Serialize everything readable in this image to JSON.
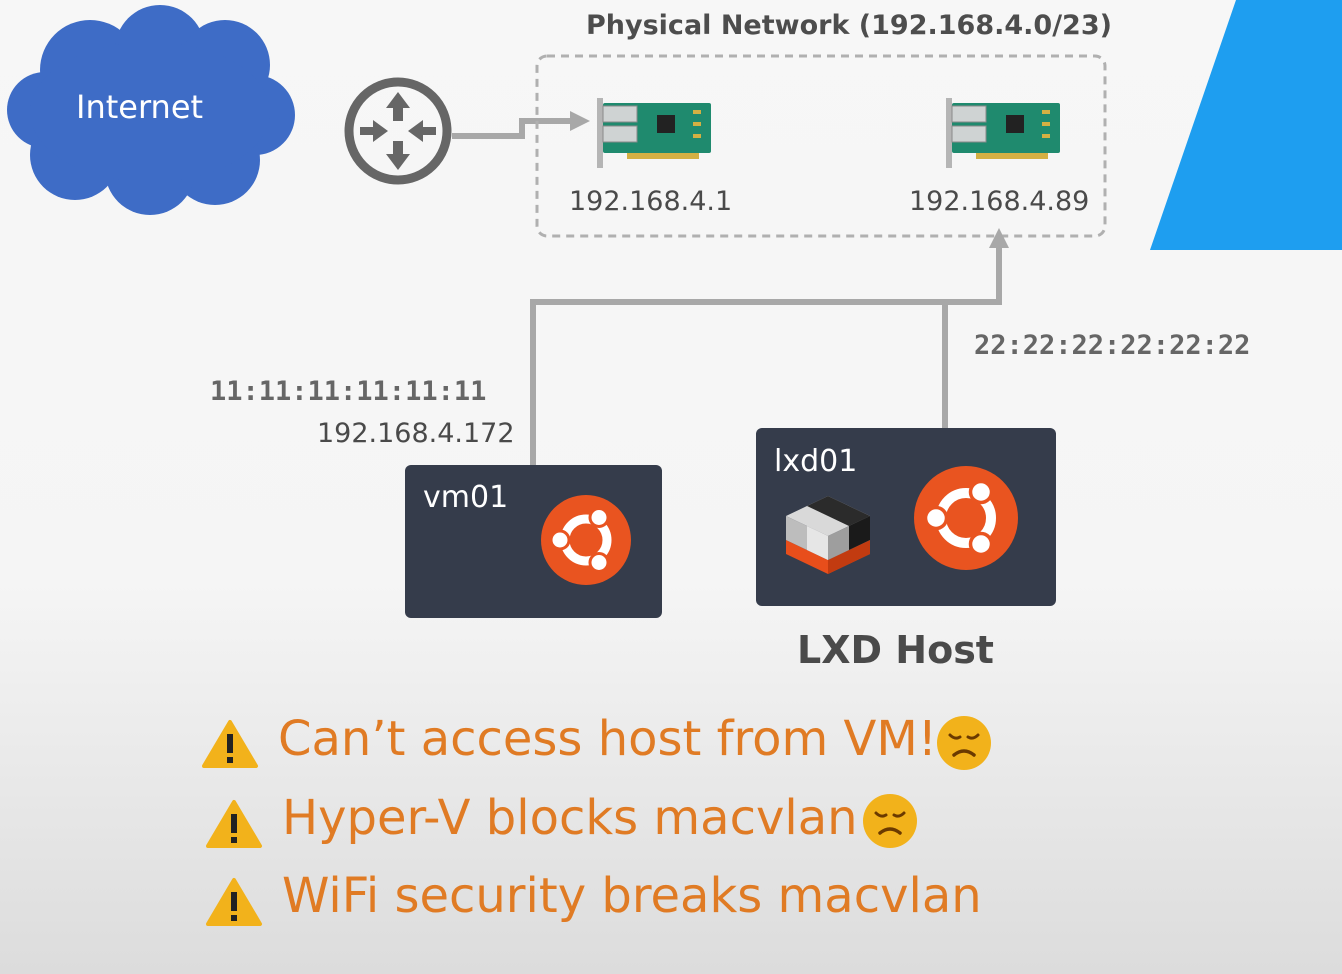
{
  "colors": {
    "cloud": "#3e6cc6",
    "router": "#666666",
    "box": "#353c4b",
    "ubuntu": "#e95420",
    "warning_text": "#e07b24",
    "accent_blue": "#1e9ef0",
    "link": "#a8a8a8"
  },
  "cloud": {
    "label": "Internet",
    "icon": "cloud-icon"
  },
  "router": {
    "icon": "router-icon"
  },
  "network": {
    "title": "Physical Network (192.168.4.0/23)",
    "nics": [
      {
        "ip": "192.168.4.1",
        "icon": "network-card-icon"
      },
      {
        "ip": "192.168.4.89",
        "icon": "network-card-icon"
      }
    ]
  },
  "vm": {
    "name": "vm01",
    "mac": "11:11:11:11:11:11",
    "ip": "192.168.4.172",
    "icon": "ubuntu-icon"
  },
  "host": {
    "name": "lxd01",
    "mac": "22:22:22:22:22:22",
    "label": "LXD Host",
    "icons": [
      "lxd-icon",
      "ubuntu-icon"
    ]
  },
  "warnings": [
    {
      "text": "Can’t access host from VM!",
      "icon": "warning-icon",
      "emoji": "sad-face-icon"
    },
    {
      "text": "Hyper-V blocks macvlan",
      "icon": "warning-icon",
      "emoji": "sad-face-icon"
    },
    {
      "text": "WiFi security breaks macvlan",
      "icon": "warning-icon",
      "emoji": ""
    }
  ]
}
